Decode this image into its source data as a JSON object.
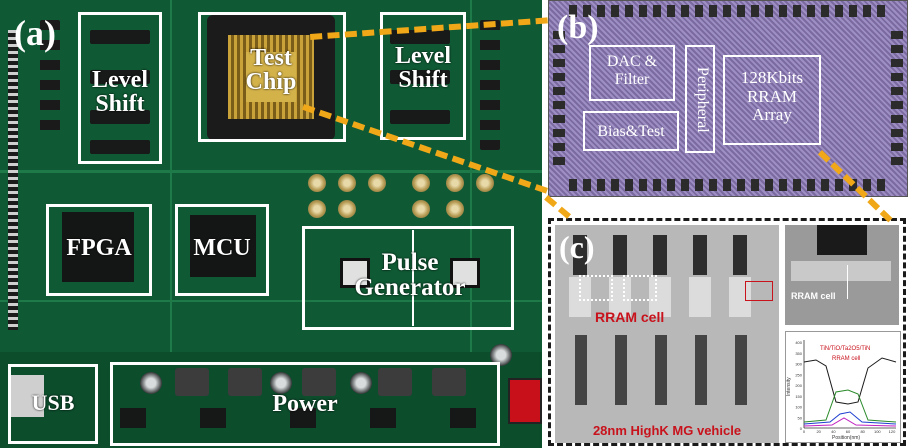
{
  "panels": {
    "a_label": "(a)",
    "b_label": "(b)",
    "c_label": "(c)"
  },
  "board": {
    "level_shift_left": [
      "Level",
      "Shift"
    ],
    "level_shift_right": [
      "Level",
      "Shift"
    ],
    "test_chip": [
      "Test",
      "Chip"
    ],
    "fpga": "FPGA",
    "mcu": "MCU",
    "pulse_generator": [
      "Pulse",
      "Generator"
    ],
    "usb": "USB",
    "power": "Power"
  },
  "die": {
    "dac_filter": [
      "DAC &",
      "Filter"
    ],
    "bias_test": "Bias&Test",
    "peripheral": "Peripheral",
    "rram_array": [
      "128Kbits",
      "RRAM",
      "Array"
    ]
  },
  "tem": {
    "rram_cell_red": "RRAM cell",
    "rram_cell_zoom": "RRAM cell",
    "vehicle": "28nm HighK MG vehicle",
    "eds_title": "TiN/TiO/Ta2O5/TiN",
    "eds_sub": "RRAM cell",
    "eds_ylabel": "Intensity",
    "eds_xlabel": "Position(nm)",
    "eds_yticks": [
      "400",
      "350",
      "300",
      "250",
      "200",
      "150",
      "100",
      "50",
      "0"
    ],
    "eds_xticks": [
      "0",
      "20",
      "40",
      "60",
      "80",
      "100",
      "120"
    ]
  },
  "colors": {
    "pcb": "#0f5a34",
    "callout_dash": "#f0a818",
    "red_label": "#c8121c"
  }
}
